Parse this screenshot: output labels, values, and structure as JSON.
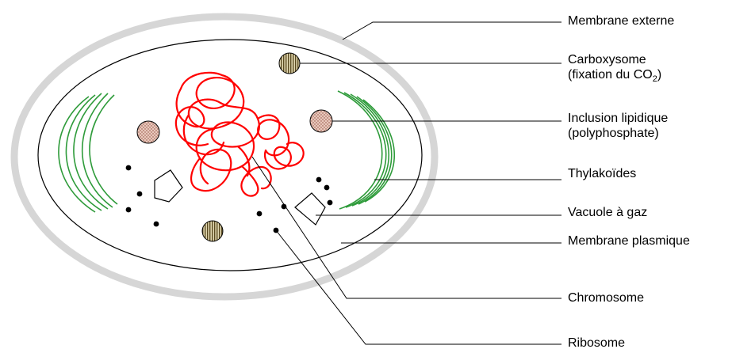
{
  "colors": {
    "outer_membrane": "#d8d8d8",
    "plasma_membrane": "#000000",
    "thylakoid": "#2e9b3a",
    "chromosome": "#ff0000",
    "granule_fill": "#c8a89a",
    "carboxysome_fill": "#a08c5a",
    "ribosome": "#000000"
  },
  "labels": {
    "membrane_externe": "Membrane externe",
    "carboxysome_line1": "Carboxysome",
    "carboxysome_line2_prefix": "(fixation du CO",
    "carboxysome_line2_sub": "2",
    "carboxysome_line2_suffix": ")",
    "inclusion_line1": "Inclusion lipidique",
    "inclusion_line2": "(polyphosphate)",
    "thylakoides": "Thylakoïdes",
    "vacuole": "Vacuole à gaz",
    "membrane_plasmique": "Membrane plasmique",
    "chromosome": "Chromosome",
    "ribosome": "Ribosome"
  }
}
